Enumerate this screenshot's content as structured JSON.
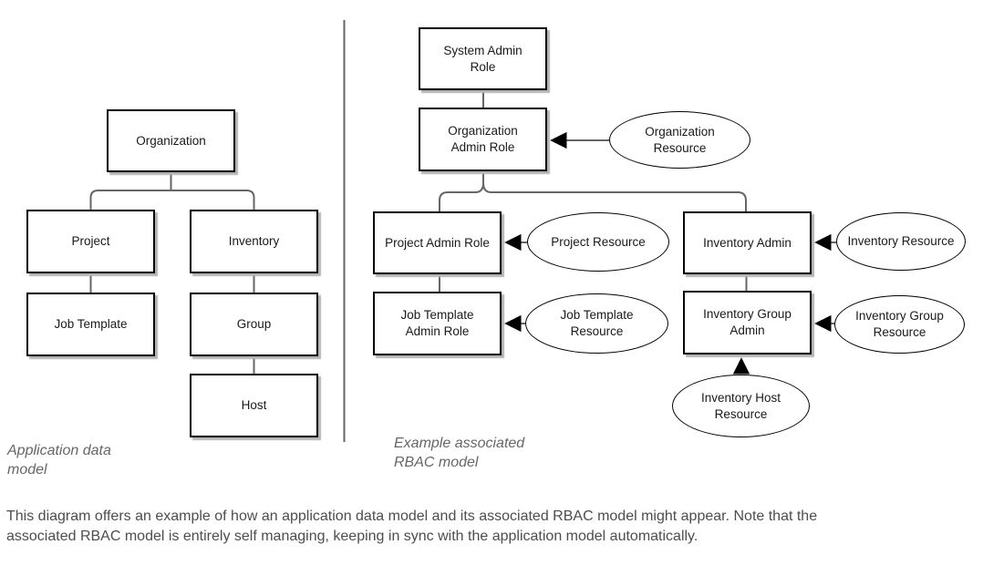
{
  "app_model": {
    "caption": "Application data\nmodel",
    "nodes": {
      "organization": "Organization",
      "project": "Project",
      "inventory": "Inventory",
      "job_template": "Job Template",
      "group": "Group",
      "host": "Host"
    }
  },
  "rbac_model": {
    "caption": "Example associated\nRBAC model",
    "roles": {
      "system_admin": "System Admin\nRole",
      "organization_admin": "Organization\nAdmin Role",
      "project_admin": "Project Admin Role",
      "job_template_admin": "Job Template\nAdmin Role",
      "inventory_admin": "Inventory Admin",
      "inventory_group_admin": "Inventory Group\nAdmin"
    },
    "resources": {
      "organization": "Organization\nResource",
      "project": "Project Resource",
      "job_template": "Job Template\nResource",
      "inventory": "Inventory Resource",
      "inventory_group": "Inventory Group\nResource",
      "inventory_host": "Inventory Host\nResource"
    }
  },
  "footer": {
    "text": "This diagram offers an example of how an application data model and its associated RBAC model might appear. Note that the\nassociated RBAC model is entirely self managing, keeping in sync with the application model automatically."
  },
  "colors": {
    "connector": "#666666",
    "node_border": "#000000",
    "node_shadow": "#b3b3b3",
    "caption_text": "#666666",
    "footer_text": "#4d4d4d",
    "arrowhead": "#000000"
  }
}
